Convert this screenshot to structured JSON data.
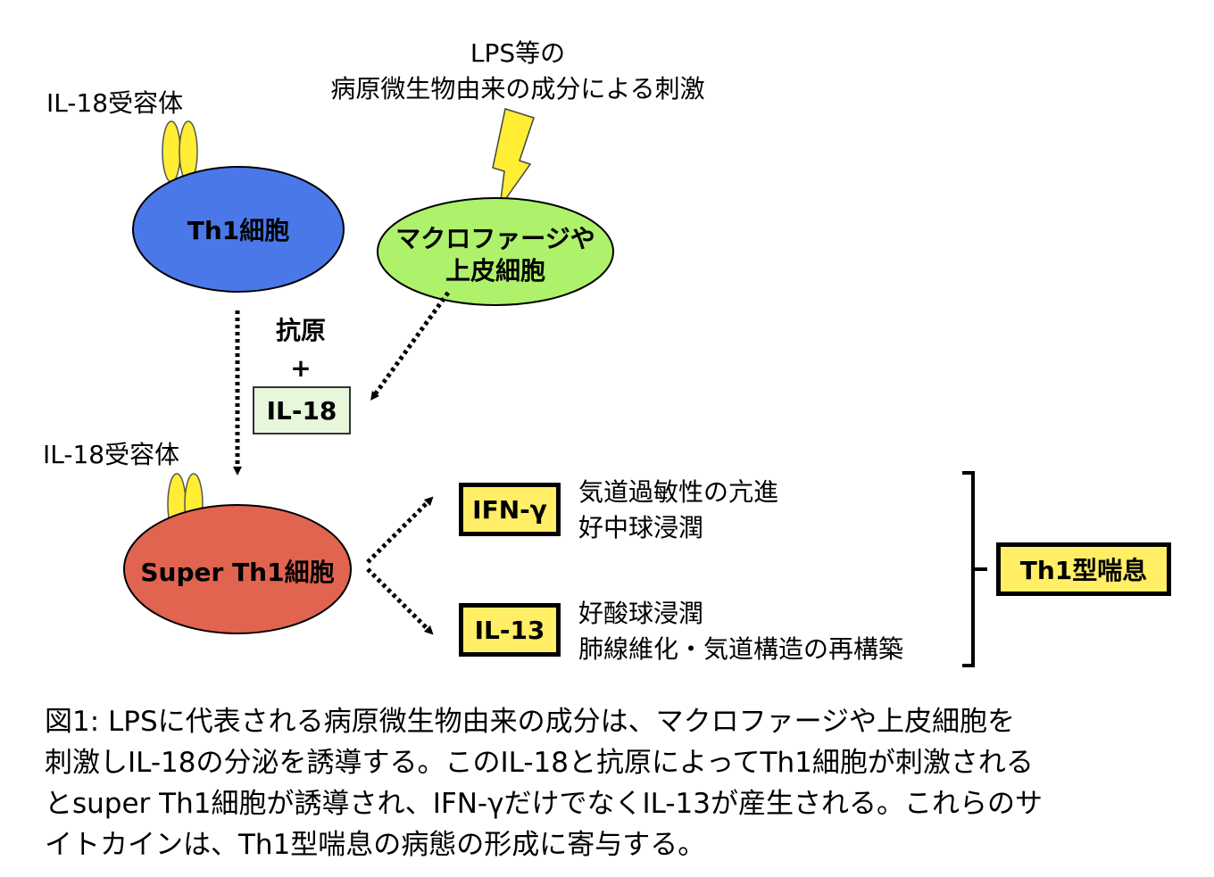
{
  "stimulus": {
    "line1": "LPS等の",
    "line2": "病原微生物由来の成分による刺激"
  },
  "receptor_top_label": "IL-18受容体",
  "receptor_bottom_label": "IL-18受容体",
  "th1_cell_label": "Th1細胞",
  "macrophage": {
    "line1": "マクロファージや",
    "line2": "上皮細胞"
  },
  "antigen": {
    "line1": "抗原",
    "plus": "+"
  },
  "il18_label": "IL-18",
  "super_th1_label": "Super Th1細胞",
  "ifn": {
    "label": "IFN-γ",
    "effect1": "気道過敏性の亢進",
    "effect2": "好中球浸潤"
  },
  "il13": {
    "label": "IL-13",
    "effect1": "好酸球浸潤",
    "effect2": "肺線維化・気道構造の再構築"
  },
  "result_label": "Th1型喘息",
  "caption": {
    "line1": "図1: LPSに代表される病原微生物由来の成分は、マクロファージや上皮細胞を",
    "line2": "刺激しIL-18の分泌を誘導する。このIL-18と抗原によってTh1細胞が刺激される",
    "line3": "とsuper Th1細胞が誘導され、IFN-γだけでなくIL-13が産生される。これらのサ",
    "line4": "イトカインは、Th1型喘息の病態の形成に寄与する。"
  },
  "colors": {
    "th1_cell": "#4a78e8",
    "macrophage": "#aef16a",
    "super_th1_cell": "#e0644f",
    "receptor": "#ffee33",
    "lightning": "#ffee33",
    "cytokine_box": "#ffee66",
    "il18_box": "#e6f7dc"
  }
}
